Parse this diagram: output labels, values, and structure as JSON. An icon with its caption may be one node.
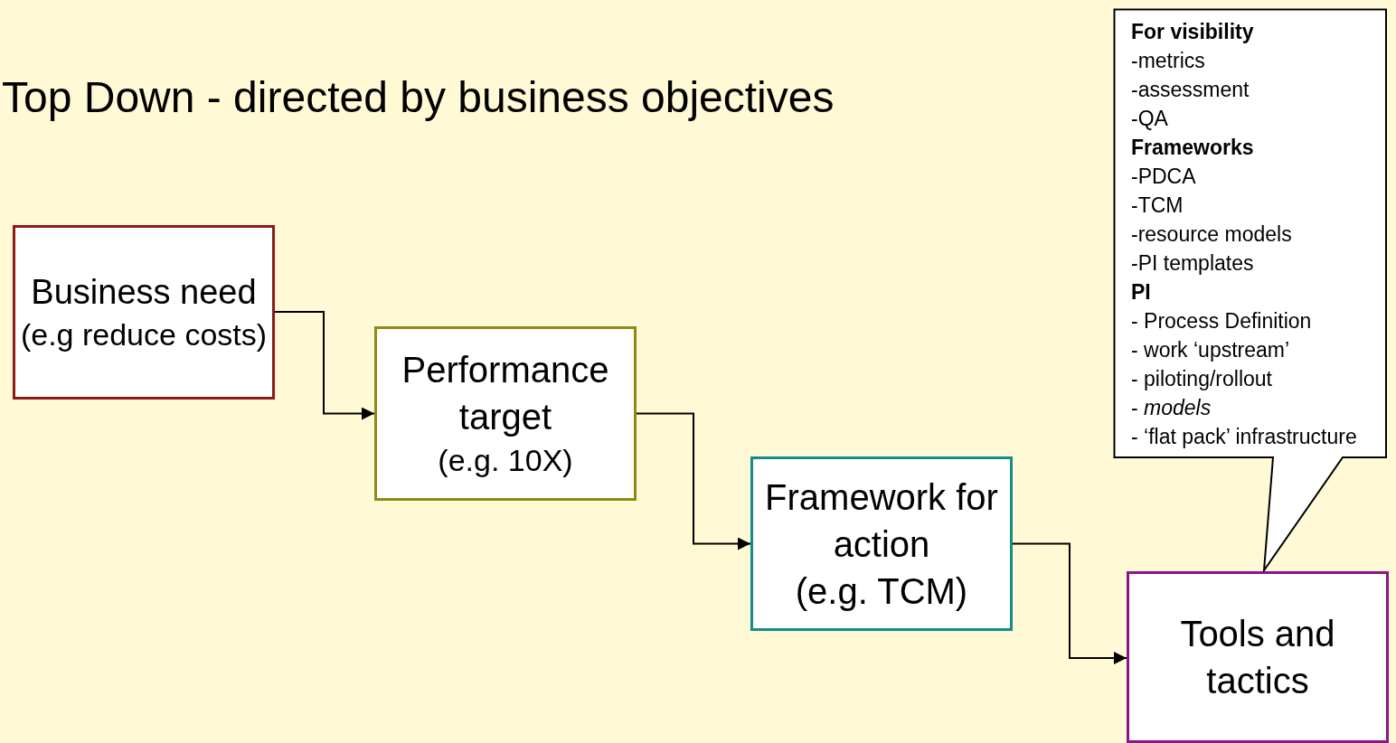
{
  "diagram": {
    "title": "Top Down - directed by business objectives",
    "nodes": [
      {
        "text": [
          "Business need",
          "(e.g reduce costs)"
        ]
      },
      {
        "text": [
          "Performance target",
          "(e.g. 10X)"
        ]
      },
      {
        "text": [
          "Framework for action",
          "(e.g. TCM)"
        ]
      },
      {
        "text": [
          "Tools and tactics"
        ]
      },
      {
        "text": [
          "For visibility",
          "-metrics",
          "-assessment",
          "-QA",
          "Frameworks",
          "-PDCA",
          "-TCM",
          "-resource models",
          "-PI templates",
          "PI",
          "- Process Definition",
          "- work ‘upstream’",
          "- piloting/rollout",
          "- *models*",
          "- ‘flat pack’ infrastructure"
        ]
      }
    ],
    "edges": [
      {
        "from": 0,
        "to": 1,
        "arrow": "to"
      },
      {
        "from": 1,
        "to": 2,
        "arrow": "to"
      },
      {
        "from": 2,
        "to": 3,
        "arrow": "to"
      }
    ]
  }
}
